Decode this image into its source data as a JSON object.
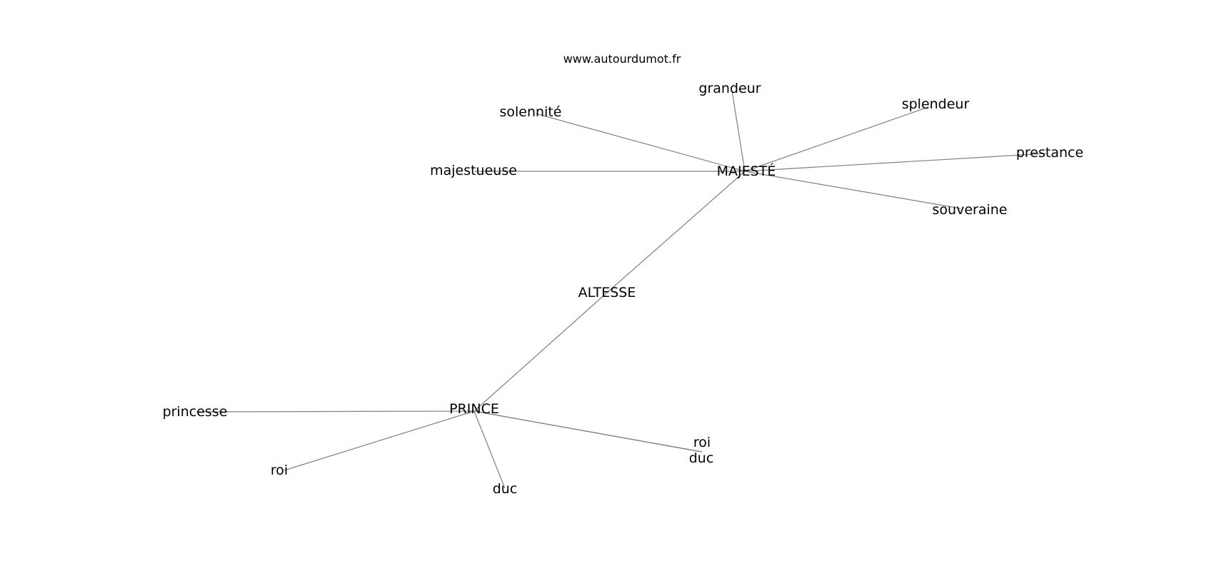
{
  "source": "www.autourdumot.fr",
  "nodes": [
    {
      "id": "altesse",
      "label": "ALTESSE"
    },
    {
      "id": "majeste",
      "label": "MAJESTÉ"
    },
    {
      "id": "prince",
      "label": "PRINCE"
    },
    {
      "id": "grandeur",
      "label": "grandeur"
    },
    {
      "id": "splendeur",
      "label": "splendeur"
    },
    {
      "id": "solennite",
      "label": "solennité"
    },
    {
      "id": "prestance",
      "label": "prestance"
    },
    {
      "id": "majestueuse",
      "label": "majestueuse"
    },
    {
      "id": "souveraine",
      "label": "souveraine"
    },
    {
      "id": "princesse",
      "label": "princesse"
    },
    {
      "id": "roi1",
      "label": "roi"
    },
    {
      "id": "duc1",
      "label": "duc"
    },
    {
      "id": "roi2",
      "label": "roi"
    },
    {
      "id": "duc2",
      "label": "duc"
    }
  ],
  "edges": [
    [
      "altesse",
      "majeste"
    ],
    [
      "altesse",
      "prince"
    ],
    [
      "majeste",
      "grandeur"
    ],
    [
      "majeste",
      "splendeur"
    ],
    [
      "majeste",
      "solennite"
    ],
    [
      "majeste",
      "prestance"
    ],
    [
      "majeste",
      "majestueuse"
    ],
    [
      "majeste",
      "souveraine"
    ],
    [
      "prince",
      "princesse"
    ],
    [
      "prince",
      "roi1"
    ],
    [
      "prince",
      "duc1"
    ],
    [
      "prince",
      "roi2"
    ],
    [
      "prince",
      "duc2"
    ]
  ]
}
